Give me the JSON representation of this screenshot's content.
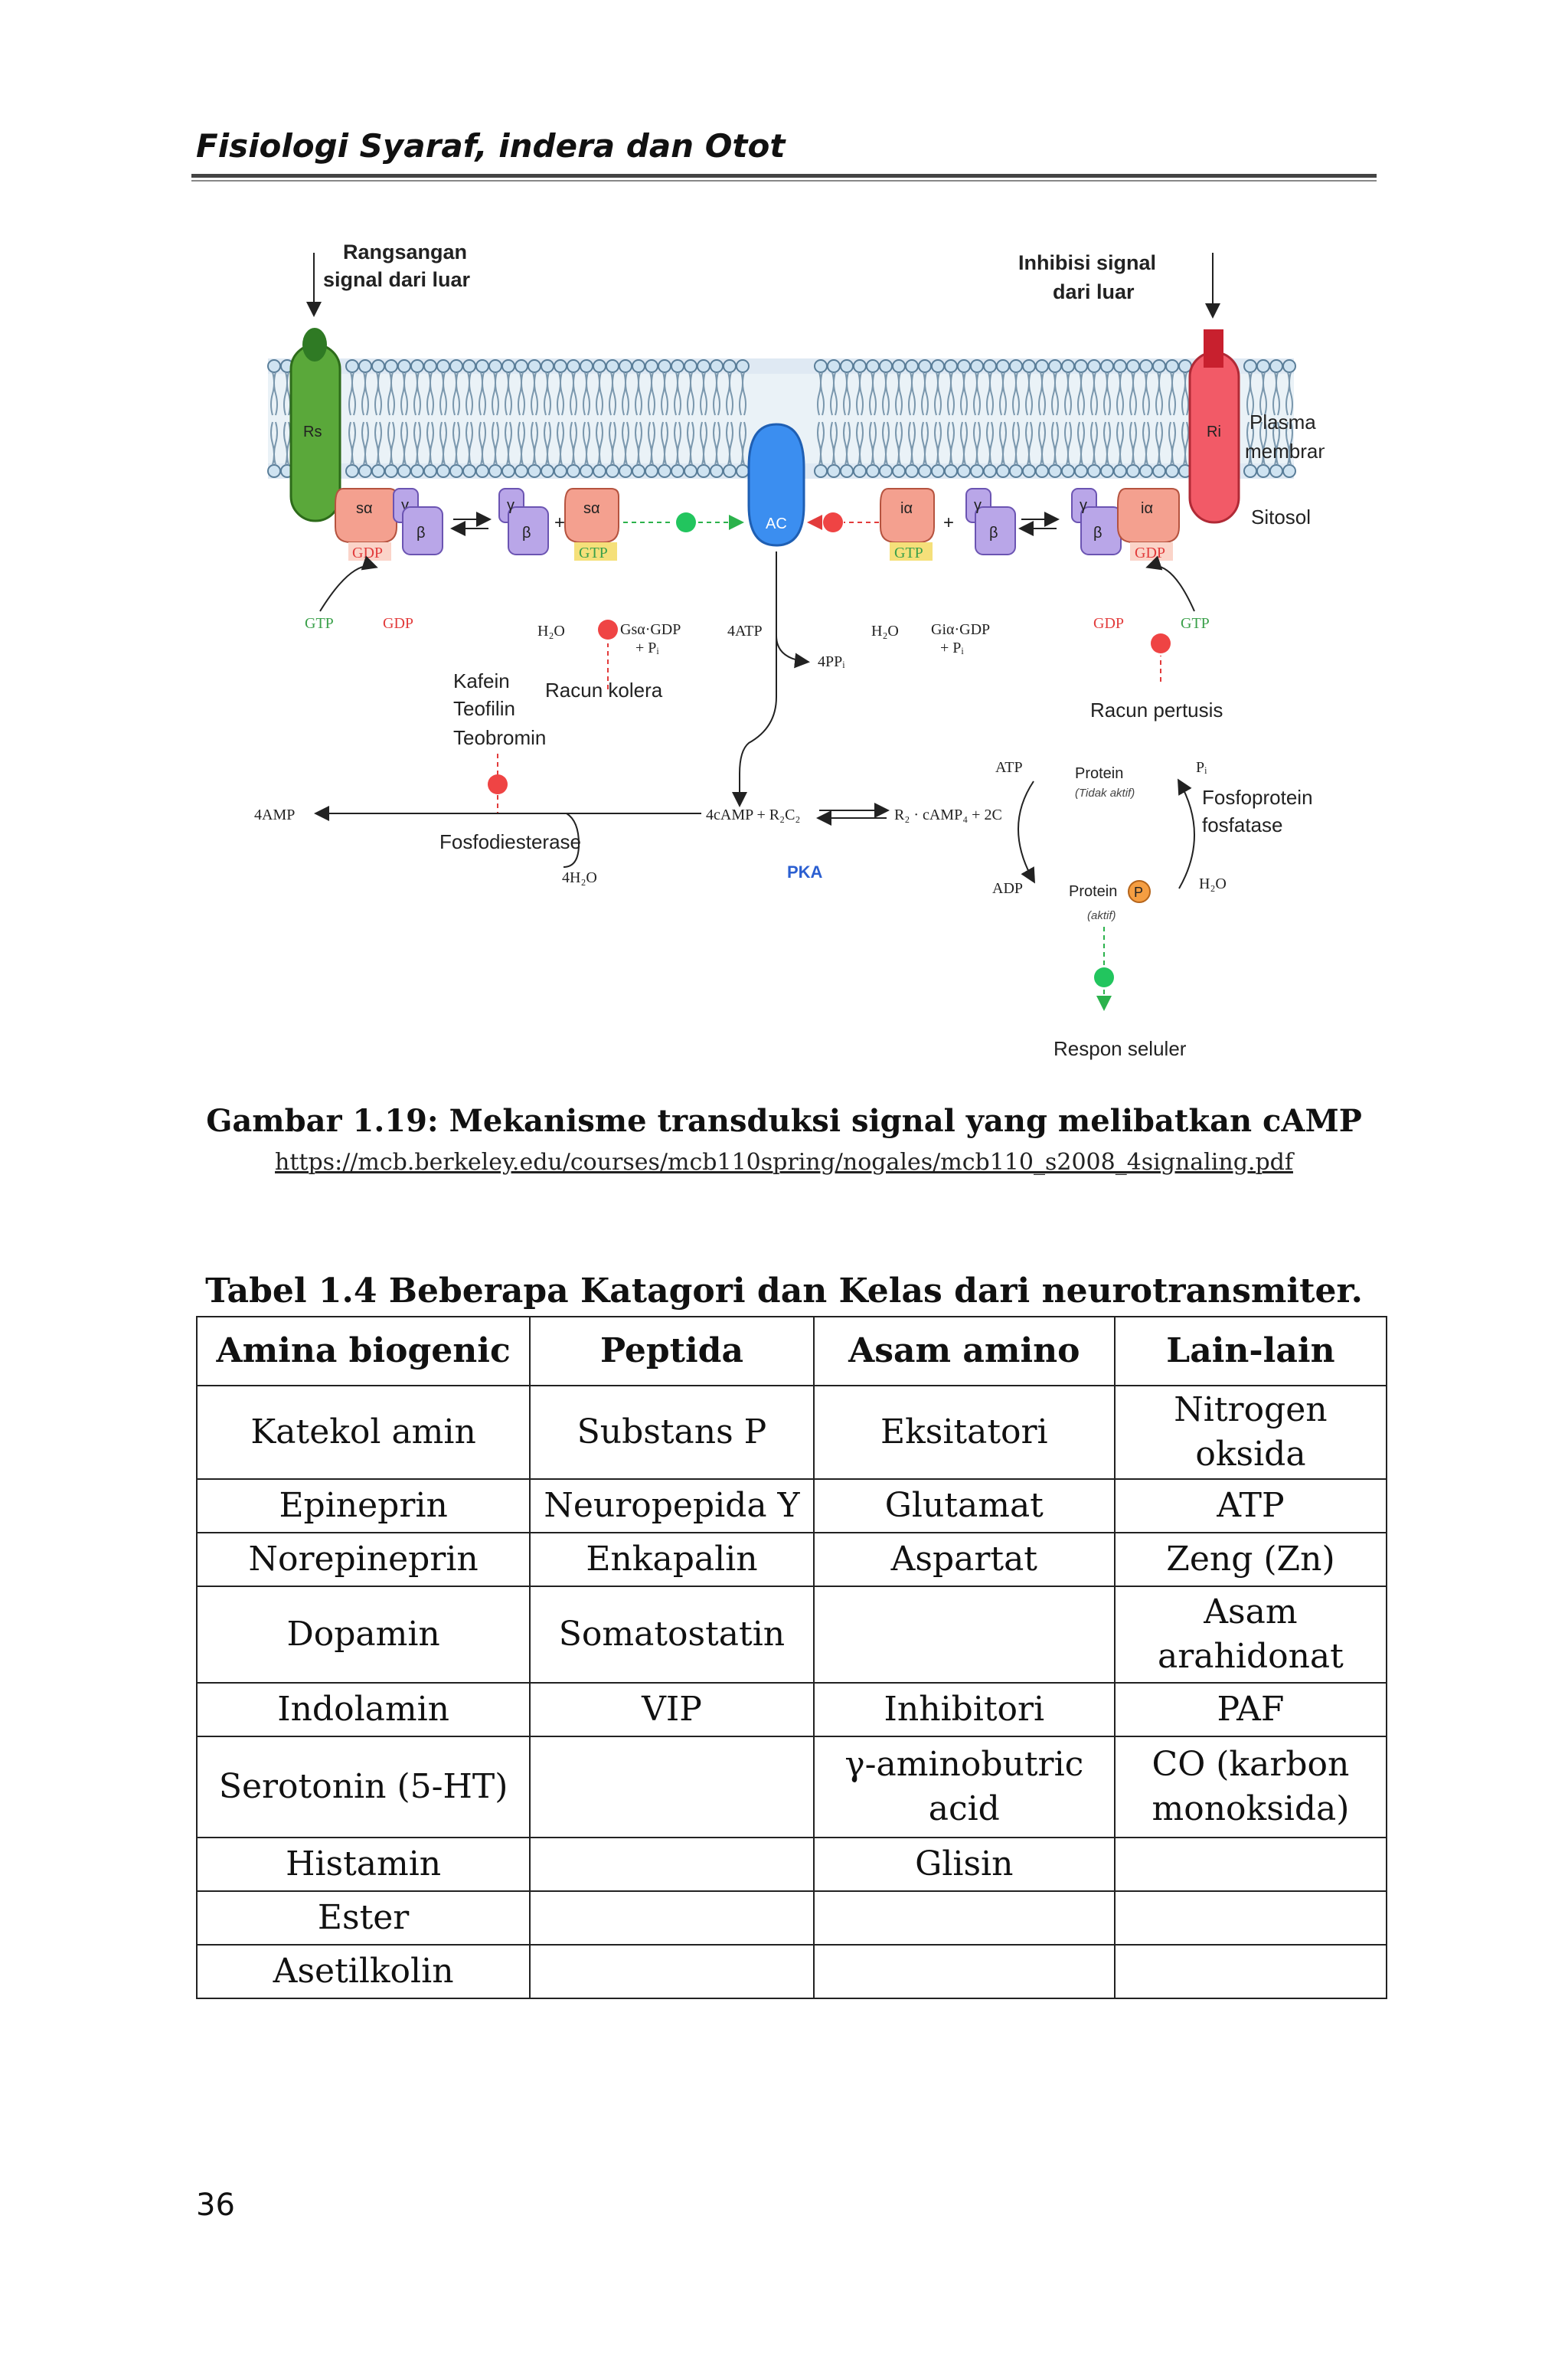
{
  "header": {
    "title": "Fisiologi Syaraf, indera dan Otot"
  },
  "figure": {
    "labels": {
      "stimulus": [
        "Rangsangan",
        "signal dari luar"
      ],
      "inhibition": [
        "Inhibisi signal",
        "dari luar"
      ],
      "plasma": [
        "Plasma",
        "membran"
      ],
      "cytosol": "Sitosol",
      "rs": "Rs",
      "ri": "Ri",
      "ac": "AC",
      "s_alpha": "sα",
      "i_alpha": "iα",
      "gamma": "γ",
      "beta": "β",
      "plus": "+",
      "gdp": "GDP",
      "gtp": "GTP",
      "h2o": "H₂O",
      "gsa_gdp": "Gsα·GDP",
      "gia_gdp": "Giα·GDP",
      "pi": "+ Pᵢ",
      "atp4": "4ATP",
      "ppi4": "4PPᵢ",
      "caffeine": [
        "Kafein",
        "Teofilin",
        "Teobromin"
      ],
      "cholera": "Racun kolera",
      "pertussis": "Racun pertusis",
      "amp4": "4AMP",
      "pde": "Fosfodiesterase",
      "h2o4": "4H₂O",
      "camp_reaction": "4cAMP + R₂C₂",
      "camp_product": "R₂ · cAMP₄ + 2C",
      "pka": "PKA",
      "atp": "ATP",
      "adp": "ADP",
      "pi_out": "Pᵢ",
      "protein_inactive": "Protein",
      "protein_inactive_note": "(Tidak aktif)",
      "protein_active": "Protein",
      "phospho_p": "P",
      "protein_active_note": "(aktif)",
      "phosphatase": [
        "Fosfoprotein",
        "fosfatase"
      ],
      "h2o_out": "H₂O",
      "response": "Respon seluler"
    }
  },
  "caption": "Gambar 1.19: Mekanisme transduksi signal yang melibatkan cAMP",
  "source_url": "https://mcb.berkeley.edu/courses/mcb110spring/nogales/mcb110_s2008_4signaling.pdf",
  "table": {
    "title": "Tabel 1.4 Beberapa Katagori dan Kelas dari neurotransmiter.",
    "headers": [
      "Amina biogenic",
      "Peptida",
      "Asam amino",
      "Lain-lain"
    ],
    "rows": [
      [
        "Katekol amin",
        "Substans P",
        "Eksitatori",
        "Nitrogen oksida"
      ],
      [
        "Epineprin",
        "Neuropepida Y",
        "Glutamat",
        "ATP"
      ],
      [
        "Norepineprin",
        "Enkapalin",
        "Aspartat",
        "Zeng (Zn)"
      ],
      [
        "Dopamin",
        "Somatostatin",
        "",
        "Asam arahidonat"
      ],
      [
        "Indolamin",
        "VIP",
        "Inhibitori",
        "PAF"
      ],
      [
        "Serotonin (5-HT)",
        "",
        "γ-aminobutric acid",
        "CO (karbon monoksida)"
      ],
      [
        "Histamin",
        "",
        "Glisin",
        ""
      ],
      [
        "Ester",
        "",
        "",
        ""
      ],
      [
        "Asetilkolin",
        "",
        "",
        ""
      ]
    ]
  },
  "page_number": "36"
}
